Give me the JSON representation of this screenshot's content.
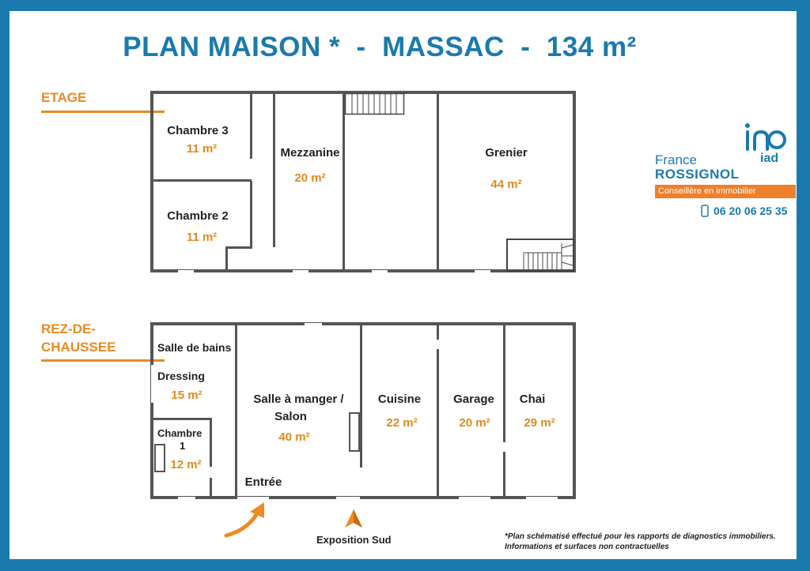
{
  "title": "PLAN MAISON *  -  MASSAC  -  134 m²",
  "levels": {
    "etage": {
      "label": "ETAGE",
      "rooms": [
        {
          "name": "Chambre 3",
          "area": "11 m²"
        },
        {
          "name": "Chambre 2",
          "area": "11 m²"
        },
        {
          "name": "Mezzanine",
          "area": "20 m²"
        },
        {
          "name": "Grenier",
          "area": "44 m²"
        }
      ]
    },
    "rdc": {
      "label_line1": "REZ-DE-",
      "label_line2": "CHAUSSEE",
      "rooms": [
        {
          "name": "Salle de bains",
          "area": ""
        },
        {
          "name": "Dressing",
          "area": "15 m²"
        },
        {
          "name_line1": "Chambre",
          "name_line2": "1",
          "area": "12 m²"
        },
        {
          "name_line1": "Salle à manger /",
          "name_line2": "Salon",
          "area": "40 m²"
        },
        {
          "name": "Cuisine",
          "area": "22 m²"
        },
        {
          "name": "Garage",
          "area": "20 m²"
        },
        {
          "name": "Chai",
          "area": "29 m²"
        }
      ],
      "entrance": "Entrée",
      "orientation": "Exposition Sud"
    }
  },
  "agent": {
    "first_name": "France",
    "last_name": "ROSSIGNOL",
    "role": "Conseillère en immobilier",
    "phone": "06 20 06 25 35",
    "brand": "iad"
  },
  "disclaimer_line1": "*Plan schématisé effectué pour les rapports de diagnostics immobiliers.",
  "disclaimer_line2": "Informations et surfaces non contractuelles",
  "colors": {
    "frame": "#1b7aad",
    "accent": "#e88a22",
    "walls": "#555555",
    "area_text": "#e08a1e"
  }
}
